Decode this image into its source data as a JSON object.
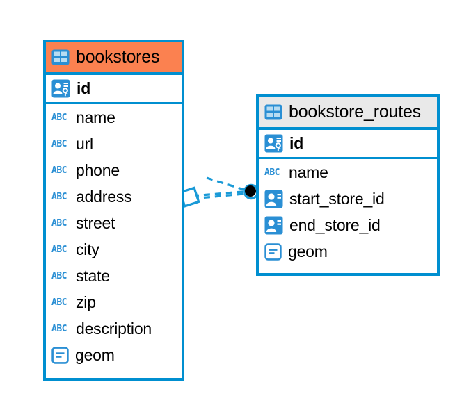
{
  "diagram": {
    "type": "entity-relationship-diagram",
    "colors": {
      "border": "#008fd0",
      "header_selected": "#fb8150",
      "header_default": "#e9e9e9",
      "icon_blue": "#2a8fd4",
      "connector": "#1a9ad7",
      "endpoint_dot": "#000000",
      "background": "#ffffff"
    },
    "entities": [
      {
        "name": "bookstores",
        "selected": true,
        "header_icon": "table-icon",
        "fields": [
          {
            "name": "id",
            "icon": "primary-key-icon",
            "key": "primary"
          },
          {
            "name": "name",
            "icon": "abc-text-icon",
            "key": "none"
          },
          {
            "name": "url",
            "icon": "abc-text-icon",
            "key": "none"
          },
          {
            "name": "phone",
            "icon": "abc-text-icon",
            "key": "none"
          },
          {
            "name": "address",
            "icon": "abc-text-icon",
            "key": "none"
          },
          {
            "name": "street",
            "icon": "abc-text-icon",
            "key": "none"
          },
          {
            "name": "city",
            "icon": "abc-text-icon",
            "key": "none"
          },
          {
            "name": "state",
            "icon": "abc-text-icon",
            "key": "none"
          },
          {
            "name": "zip",
            "icon": "abc-text-icon",
            "key": "none"
          },
          {
            "name": "description",
            "icon": "abc-text-icon",
            "key": "none"
          },
          {
            "name": "geom",
            "icon": "geometry-icon",
            "key": "none"
          }
        ]
      },
      {
        "name": "bookstore_routes",
        "selected": false,
        "header_icon": "table-icon",
        "fields": [
          {
            "name": "id",
            "icon": "primary-key-icon",
            "key": "primary"
          },
          {
            "name": "name",
            "icon": "abc-text-icon",
            "key": "none"
          },
          {
            "name": "start_store_id",
            "icon": "foreign-key-icon",
            "key": "foreign"
          },
          {
            "name": "end_store_id",
            "icon": "foreign-key-icon",
            "key": "foreign"
          },
          {
            "name": "geom",
            "icon": "geometry-icon",
            "key": "none"
          }
        ]
      }
    ],
    "relationship": {
      "from": "bookstores",
      "to": "bookstore_routes",
      "line_style": "dashed",
      "source_endpoint": "diamond",
      "target_endpoint": "filled-circle"
    },
    "icon_glyphs": {
      "abc_label": "ABC"
    }
  }
}
